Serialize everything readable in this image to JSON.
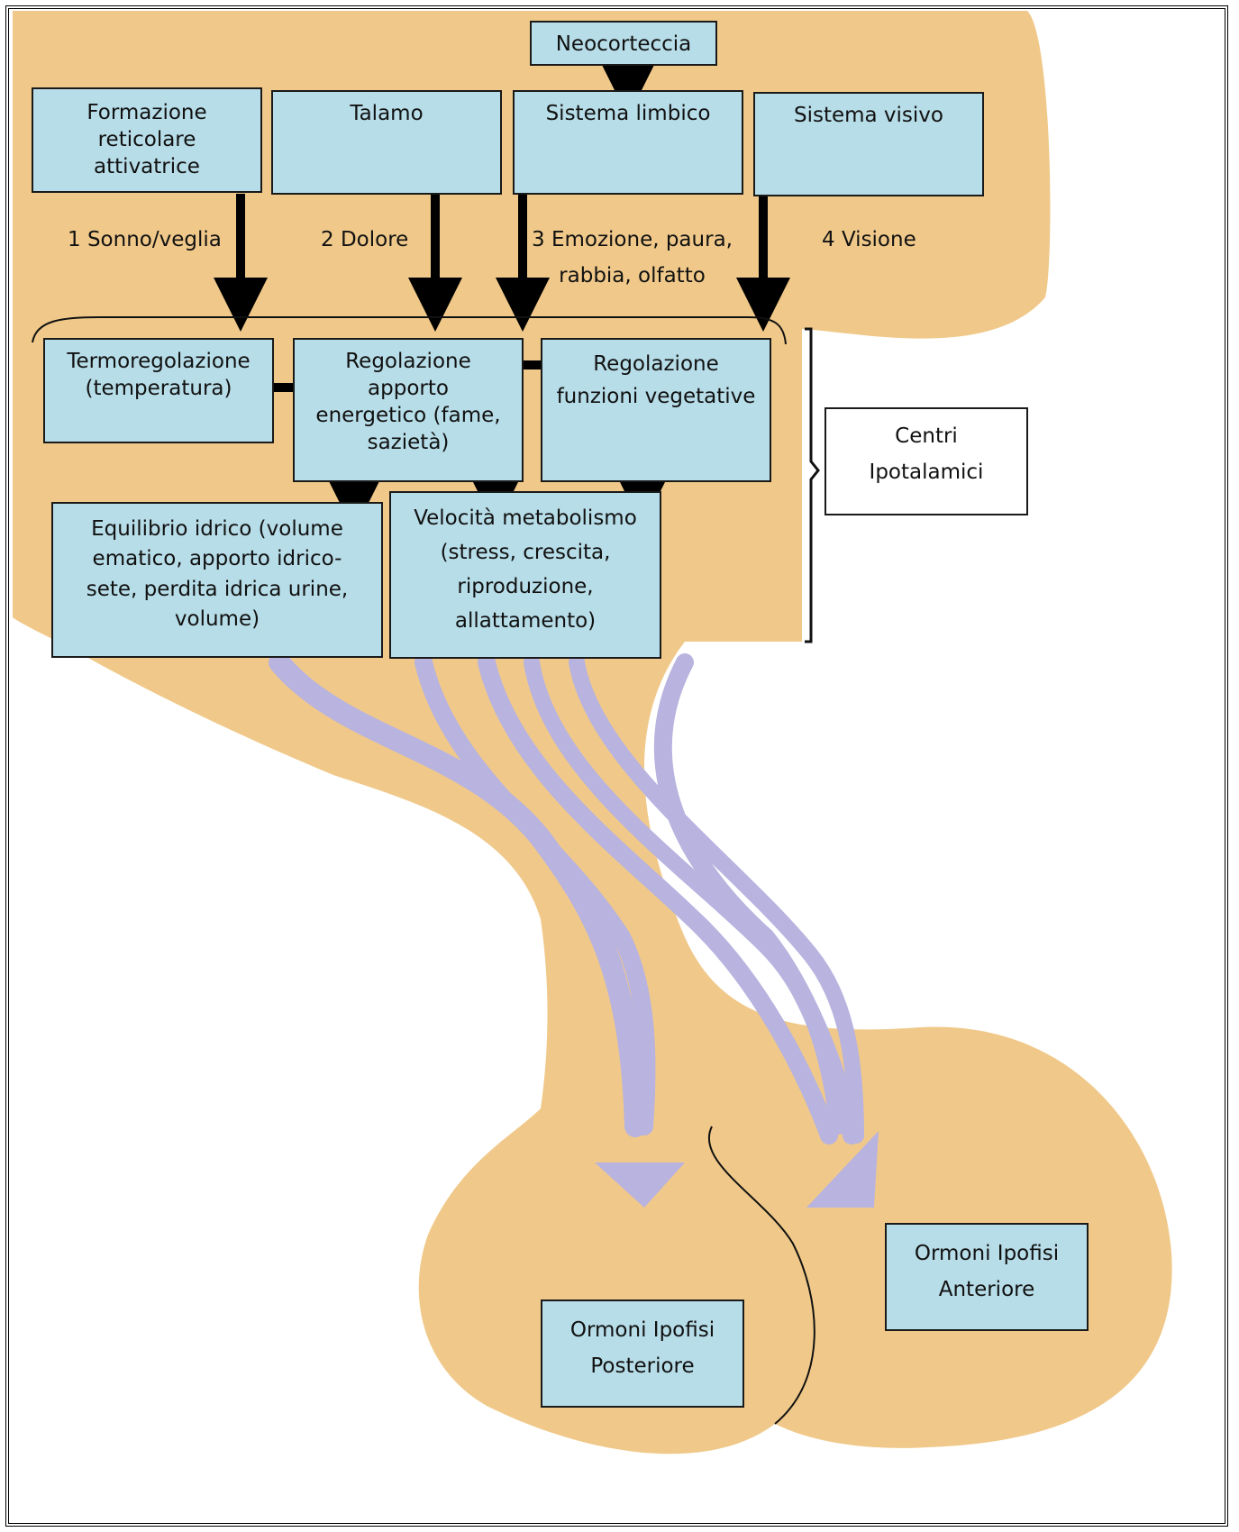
{
  "sources": {
    "neocorteccia": "Neocorteccia",
    "formazione": "Formazione\nreticolare\nattivatrice",
    "talamo": "Talamo",
    "limbico": "Sistema limbico",
    "visivo": "Sistema visivo"
  },
  "pathways": {
    "p1": "1 Sonno/veglia",
    "p2": "2 Dolore",
    "p3": "3 Emozione, paura,\nrabbia, olfatto",
    "p4": "4 Visione"
  },
  "centers": {
    "termo": "Termoregolazione\n(temperatura)",
    "apporto": "Regolazione\napporto\nenergetico (fame,\nsazietà)",
    "vegetative": "Regolazione\nfunzioni vegetative",
    "idrico": "Equilibrio idrico (volume\nematico, apporto idrico-\nsete, perdita idrica urine,\nvolume)",
    "metabolismo": "Velocità metabolismo\n(stress, crescita,\nriproduzione,\nallattamento)"
  },
  "group_label": "Centri\nIpotalamici",
  "hormones": {
    "posteriore": "Ormoni Ipofisi\nPosteriore",
    "anteriore": "Ormoni Ipofisi\nAnteriore"
  },
  "colors": {
    "tissue": "#f0c98a",
    "box_fill": "#b7dde8",
    "tract": "#b8b3df",
    "arrow": "#000000"
  }
}
